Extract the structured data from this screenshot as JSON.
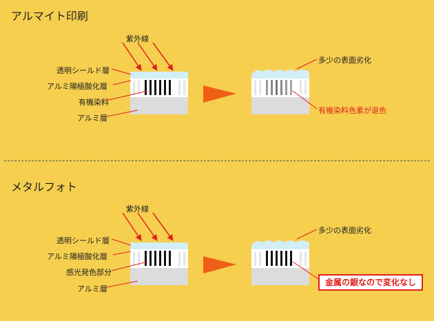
{
  "sections": [
    {
      "title": "アルマイト印刷",
      "uv_label": "紫外線",
      "layer_labels": [
        "透明シールド層",
        "アルミ陽極酸化層",
        "有機染料",
        "アルミ層"
      ],
      "after_top_label": "多少の表面劣化",
      "after_bottom_label": "有機染料色素が退色"
    },
    {
      "title": "メタルフォト",
      "uv_label": "紫外線",
      "layer_labels": [
        "透明シールド層",
        "アルミ陽極酸化層",
        "感光発色部分",
        "アルミ層"
      ],
      "after_top_label": "多少の表面劣化",
      "after_bottom_label": "金属の銀なので変化なし"
    }
  ],
  "colors": {
    "background": "#F6CF4F",
    "arrow_red": "#E0201A",
    "arrow_orange": "#EF5F16",
    "shield": "#D4EEF6",
    "aluminum": "#DCDCDC"
  }
}
